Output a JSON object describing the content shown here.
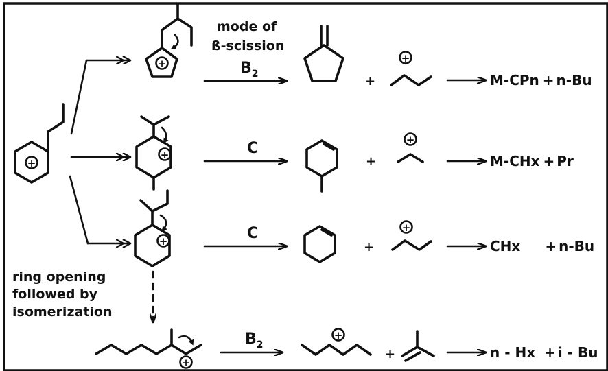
{
  "header": {
    "line1": "mode of",
    "line2": "ß-scission"
  },
  "rows": [
    {
      "mode": "B",
      "mode_sub": "2",
      "plus": "+",
      "arrow_result": "M-CPn",
      "result_plus": "+",
      "result2": "n-Bu"
    },
    {
      "mode": "C",
      "mode_sub": "",
      "plus": "+",
      "arrow_result": "M-CHx",
      "result_plus": "+",
      "result2": "Pr"
    },
    {
      "mode": "C",
      "mode_sub": "",
      "plus": "+",
      "arrow_result": "CHx",
      "result_plus": "+",
      "result2": "n-Bu"
    },
    {
      "mode": "B",
      "mode_sub": "2",
      "plus": "+",
      "arrow_result": "n - Hx",
      "result_plus": "+",
      "result2": "i - Bu"
    }
  ],
  "ring_opening": {
    "line1": "ring opening",
    "line2": "followed by",
    "line3": "isomerization"
  },
  "charge_symbol": "+"
}
